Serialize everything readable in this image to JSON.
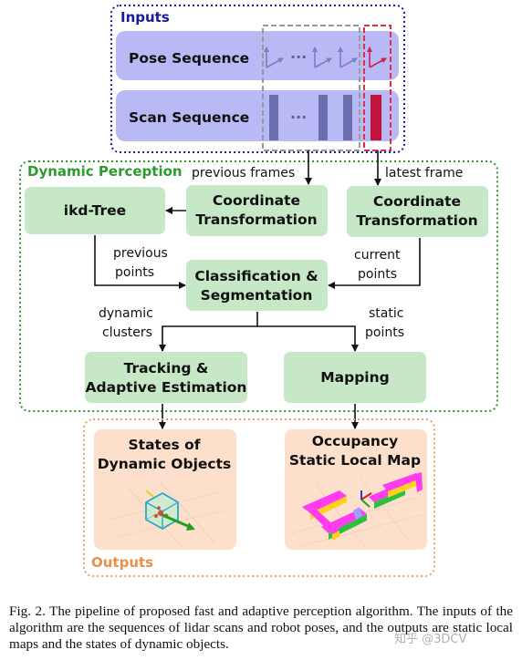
{
  "figure": {
    "inputs_title": "Inputs",
    "pose_sequence": "Pose Sequence",
    "scan_sequence": "Scan Sequence",
    "ellipsis": "···",
    "dynamic_perception_title": "Dynamic Perception",
    "previous_frames": "previous frames",
    "latest_frame": "latest frame",
    "ikd_tree": "ikd-Tree",
    "coord_transform_line1": "Coordinate",
    "coord_transform_line2": "Transformation",
    "previous_points_line1": "previous",
    "previous_points_line2": "points",
    "current_points_line1": "current",
    "current_points_line2": "points",
    "classification_line1": "Classification &",
    "classification_line2": "Segmentation",
    "dynamic_clusters_line1": "dynamic",
    "dynamic_clusters_line2": "clusters",
    "static_points_line1": "static",
    "static_points_line2": "points",
    "tracking_line1": "Tracking &",
    "tracking_line2": "Adaptive Estimation",
    "mapping": "Mapping",
    "states_line1": "States of",
    "states_line2": "Dynamic Objects",
    "occupancy_line1": "Occupancy",
    "occupancy_line2": "Static Local Map",
    "outputs_title": "Outputs"
  },
  "caption": {
    "text": "Fig. 2.  The pipeline of proposed fast and adaptive perception algorithm. The inputs of the algorithm are the sequences of lidar scans and robot poses, and the outputs are static local maps and the states of dynamic objects."
  },
  "watermark": "知乎 @3DCV",
  "colors": {
    "inputs_border": "#1a1a9c",
    "input_band": "#b9b9f5",
    "dynamic_border": "#2e9a2e",
    "green_box": "#c6e8c6",
    "outputs_border": "#f0a060",
    "output_box": "#fde0cc",
    "scan_bar": "#6b6fb0",
    "latest_scan_bar": "#c0143c",
    "latest_frame_border": "#e03040",
    "axis_gray": "#7a7fbf",
    "axis_red": "#d02050"
  }
}
